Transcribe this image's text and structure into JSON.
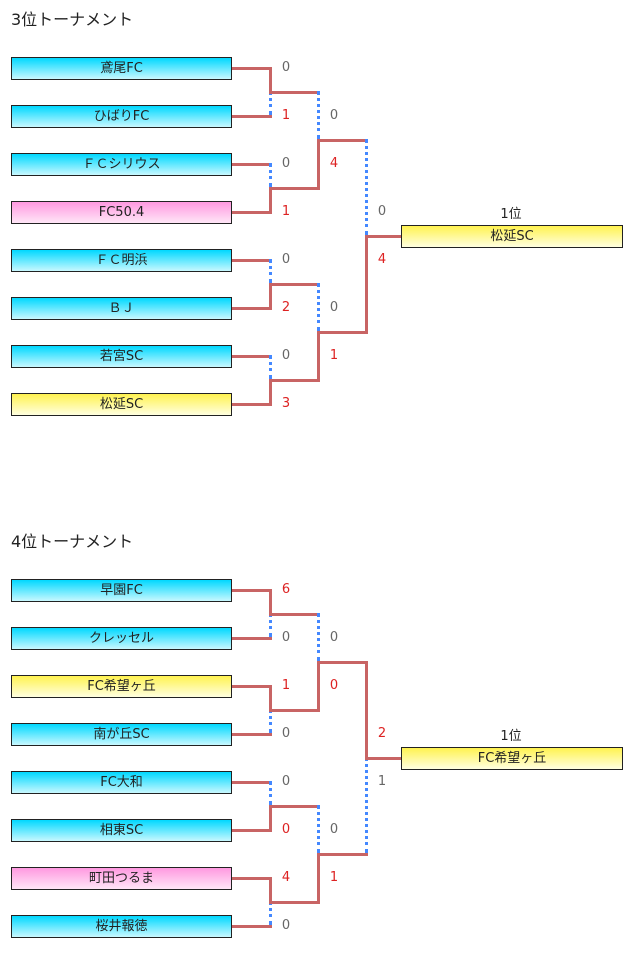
{
  "sections": [
    {
      "title": "3位トーナメント",
      "teams": [
        {
          "name": "鳶尾FC",
          "color": "cyan"
        },
        {
          "name": "ひばりFC",
          "color": "cyan"
        },
        {
          "name": "ＦＣシリウス",
          "color": "cyan"
        },
        {
          "name": "FC50.4",
          "color": "pink"
        },
        {
          "name": "ＦＣ明浜",
          "color": "cyan"
        },
        {
          "name": "ＢＪ",
          "color": "cyan"
        },
        {
          "name": "若宮SC",
          "color": "cyan"
        },
        {
          "name": "松延SC",
          "color": "yellow"
        }
      ],
      "r1_scores": [
        "0",
        "1",
        "0",
        "1",
        "0",
        "2",
        "0",
        "3"
      ],
      "r2_scores": [
        "0",
        "4",
        "0",
        "1"
      ],
      "r3_scores": [
        "0",
        "4"
      ],
      "rank_label": "1位",
      "winner": "松延SC"
    },
    {
      "title": "4位トーナメント",
      "teams": [
        {
          "name": "早園FC",
          "color": "cyan"
        },
        {
          "name": "クレッセル",
          "color": "cyan"
        },
        {
          "name": "FC希望ヶ丘",
          "color": "yellow"
        },
        {
          "name": "南が丘SC",
          "color": "cyan"
        },
        {
          "name": "FC大和",
          "color": "cyan"
        },
        {
          "name": "相東SC",
          "color": "cyan"
        },
        {
          "name": "町田つるま",
          "color": "pink"
        },
        {
          "name": "桜井報徳",
          "color": "cyan"
        }
      ],
      "r1_scores": [
        "6",
        "0",
        "1",
        "0",
        "0",
        "0",
        "4",
        "0"
      ],
      "r2_scores": [
        "0",
        "0",
        "0",
        "1"
      ],
      "r3_scores": [
        "2",
        "1"
      ],
      "rank_label": "1位",
      "winner": "FC希望ヶ丘"
    }
  ],
  "colors": {
    "win_line": "#c86464",
    "lose_line": "#4488ff",
    "win_score": "#dd2222",
    "lose_score": "#666666"
  }
}
